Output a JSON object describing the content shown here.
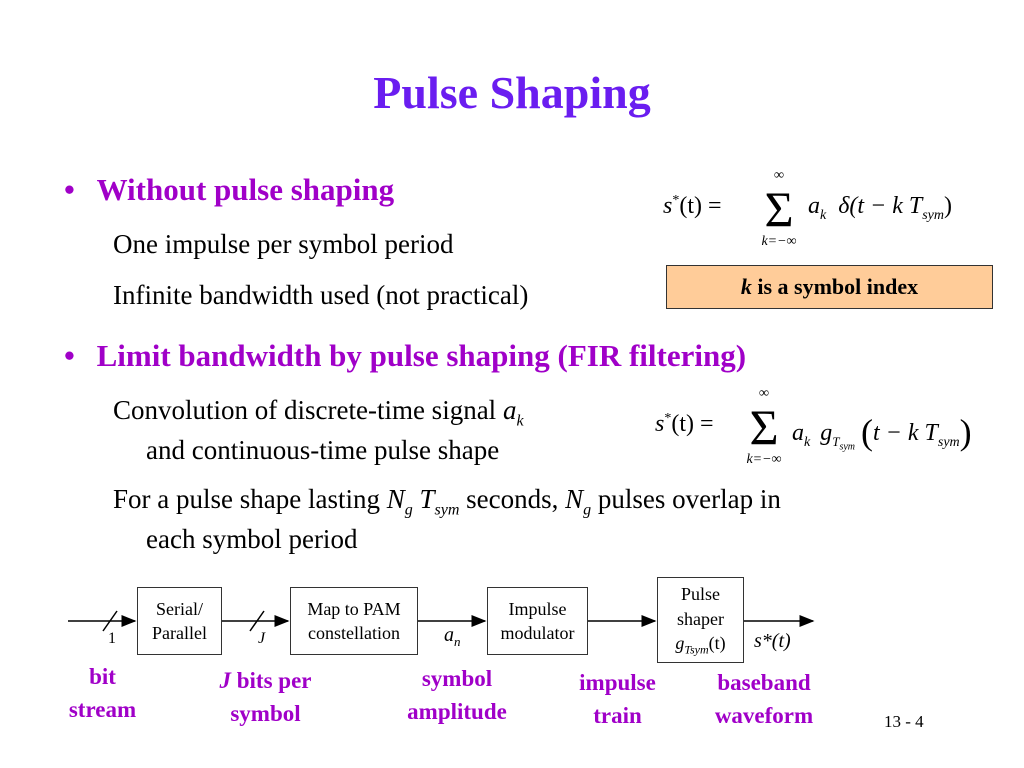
{
  "slide": {
    "title": "Pulse Shaping",
    "page_number": "13 - 4"
  },
  "bullet1": {
    "marker": "•",
    "heading": "Without pulse shaping",
    "sub1": "One impulse per symbol period",
    "sub2": "Infinite bandwidth used (not practical)"
  },
  "bullet2": {
    "marker": "•",
    "heading": "Limit bandwidth by pulse shaping (FIR filtering)",
    "sub1_prefix": "Convolution of discrete-time signal ",
    "sub1_var": "a",
    "sub1_var_sub": "k",
    "sub1_line2": "and continuous-time pulse shape",
    "sub2_prefix": "For a pulse shape lasting ",
    "sub2_N": "N",
    "sub2_g": "g",
    "sub2_T": "T",
    "sub2_sym": "sym",
    "sub2_mid": " seconds, ",
    "sub2_N2": "N",
    "sub2_g2": "g",
    "sub2_suffix": " pulses overlap in",
    "sub2_line2": "each symbol period"
  },
  "callout": {
    "var": "k",
    "text": " is a symbol index"
  },
  "equation1": {
    "lhs": "s",
    "star": "*",
    "arg": "(t) =",
    "sum_top": "∞",
    "sum_bottom": "k=−∞",
    "term_a": "a",
    "term_a_sub": "k",
    "term_rest": "δ(t − k T",
    "term_sub": "sym",
    "close": ")"
  },
  "equation2": {
    "lhs": "s",
    "star": "*",
    "arg": "(t) =",
    "sum_top": "∞",
    "sum_bottom": "k=−∞",
    "term_a": "a",
    "term_a_sub": "k",
    "term_g": "g",
    "term_g_sub": "T",
    "term_g_subsub": "sym",
    "paren_open": "(",
    "term_rest": "t − k T",
    "term_sub": "sym",
    "paren_close": ")"
  },
  "diagram": {
    "boxes": [
      {
        "line1": "Serial/",
        "line2": "Parallel"
      },
      {
        "line1": "Map to PAM",
        "line2": "constellation"
      },
      {
        "line1": "Impulse",
        "line2": "modulator"
      },
      {
        "line1": "Pulse",
        "line2": "shaper",
        "line3_g": "g",
        "line3_sub": "Tsym",
        "line3_rest": "(t)"
      }
    ],
    "bus_label_1": "1",
    "bus_label_J": "J",
    "signal_an": "a",
    "signal_an_sub": "n",
    "output_label": "s*(t)",
    "labels": {
      "bit_stream_1": "bit",
      "bit_stream_2": "stream",
      "bits_per_J": "J",
      "bits_per_1": " bits per",
      "bits_per_2": "symbol",
      "symbol_amp_1": "symbol",
      "symbol_amp_2": "amplitude",
      "impulse_train_1": "impulse",
      "impulse_train_2": "train",
      "baseband_1": "baseband",
      "baseband_2": "waveform"
    }
  },
  "colors": {
    "title": "#6a1df0",
    "bullet": "#a000c8",
    "callout_bg": "#ffcc99"
  }
}
